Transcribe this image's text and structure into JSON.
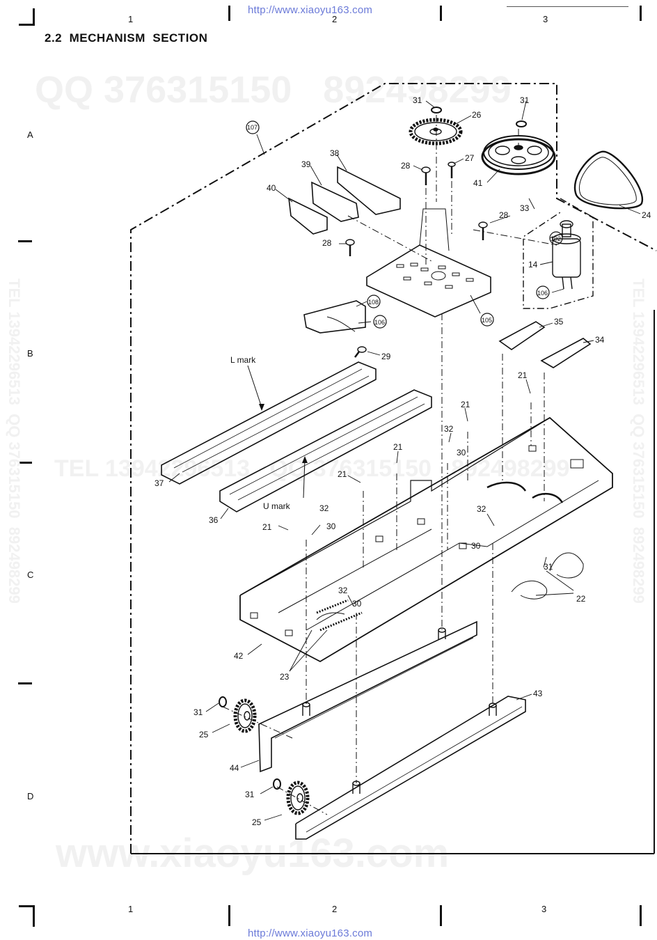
{
  "header": {
    "url": "http://www.xiaoyu163.com",
    "section_title": "2.2  MECHANISM  SECTION"
  },
  "footer": {
    "url": "http://www.xiaoyu163.com"
  },
  "grid": {
    "columns": [
      "1",
      "2",
      "3"
    ],
    "rows": [
      "A",
      "B",
      "C",
      "D"
    ]
  },
  "watermarks": {
    "qq_top": "QQ 376315150   892498299",
    "tel_mid": "TEL 13942296513   QQ 376315150   892498299",
    "side_left": "TEL 13942296513  QQ 376315150  892498299",
    "side_right": "TEL 13942296513  QQ 376315150  892498299",
    "bottom": "www.xiaoyu163.com"
  },
  "diagram": {
    "notes": [
      "L mark",
      "U mark"
    ],
    "callouts": [
      "31",
      "26",
      "31",
      "27",
      "28",
      "41",
      "24",
      "33",
      "28",
      "102",
      "14",
      "106",
      "38",
      "39",
      "40",
      "28",
      "105",
      "108",
      "106",
      "29",
      "35",
      "34",
      "21",
      "21",
      "32",
      "30",
      "21",
      "21",
      "32",
      "30",
      "21",
      "32",
      "30",
      "31",
      "22",
      "32",
      "30",
      "42",
      "23",
      "43",
      "31",
      "25",
      "44",
      "31",
      "25",
      "37",
      "36",
      "107"
    ]
  }
}
